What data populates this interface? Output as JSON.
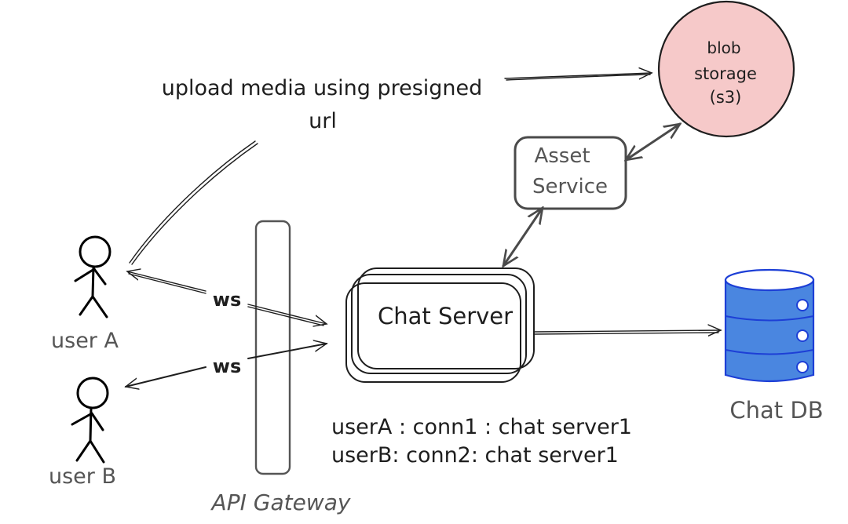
{
  "diagram": {
    "title": "Chat system with media upload",
    "nodes": {
      "user_a": {
        "label": "user A",
        "type": "actor"
      },
      "user_b": {
        "label": "user B",
        "type": "actor"
      },
      "api_gateway": {
        "label": "API Gateway",
        "type": "rounded-rect"
      },
      "chat_server": {
        "label": "Chat Server",
        "type": "stacked-rounded-rect"
      },
      "asset_service": {
        "label_line1": "Asset",
        "label_line2": "Service",
        "type": "rounded-rect"
      },
      "blob_storage": {
        "label_line1": "blob",
        "label_line2": "storage",
        "label_line3": "(s3)",
        "type": "circle",
        "fill": "#f6c9c9"
      },
      "chat_db": {
        "label": "Chat DB",
        "type": "database",
        "fill": "#4a86e0",
        "stroke": "#1d3fd6"
      }
    },
    "edges": [
      {
        "from": "user_a",
        "to": "chat_server",
        "label": "ws",
        "direction": "both"
      },
      {
        "from": "chat_server",
        "to": "user_b",
        "label": "ws",
        "direction": "both"
      },
      {
        "from": "user_a",
        "to": "blob_storage",
        "label": "upload media using presigned url",
        "direction": "to"
      },
      {
        "from": "chat_server",
        "to": "asset_service",
        "label": "",
        "direction": "both"
      },
      {
        "from": "asset_service",
        "to": "blob_storage",
        "label": "",
        "direction": "both"
      },
      {
        "from": "chat_server",
        "to": "chat_db",
        "label": "",
        "direction": "to"
      }
    ],
    "labels": {
      "upload_line1": "upload media using presigned",
      "upload_line2": "url",
      "ws_top": "ws",
      "ws_bottom": "ws"
    },
    "connection_map": [
      "userA : conn1 : chat server1",
      "userB: conn2: chat server1"
    ]
  }
}
